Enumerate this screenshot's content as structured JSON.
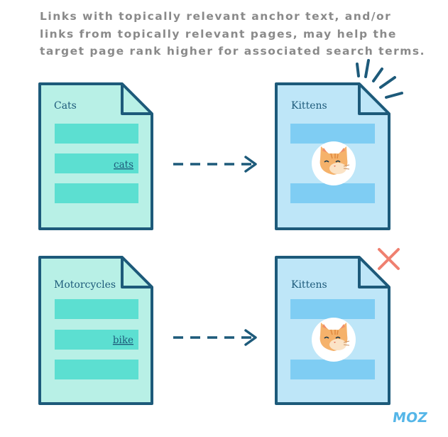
{
  "caption": {
    "lines": [
      "Links with topically relevant anchor text, and/or",
      "links from topically relevant pages, may help the",
      "target page rank higher for associated search terms."
    ]
  },
  "rows": [
    {
      "source": {
        "label": "Cats",
        "anchor": "cats"
      },
      "target": {
        "label": "Kittens"
      },
      "status_icon": "sparkle-icon"
    },
    {
      "source": {
        "label": "Motorcycles",
        "anchor": "bike"
      },
      "target": {
        "label": "Kittens"
      },
      "status_icon": "cross-icon"
    }
  ],
  "logo": "MOZ",
  "colors": {
    "outline": "#1d5a7a",
    "source_fill": "#b8f0e6",
    "source_bar": "#5cdfd1",
    "target_fill": "#bee6f8",
    "target_bar": "#7fcdf3",
    "cross": "#ef8070",
    "logo": "#55b6e8"
  }
}
